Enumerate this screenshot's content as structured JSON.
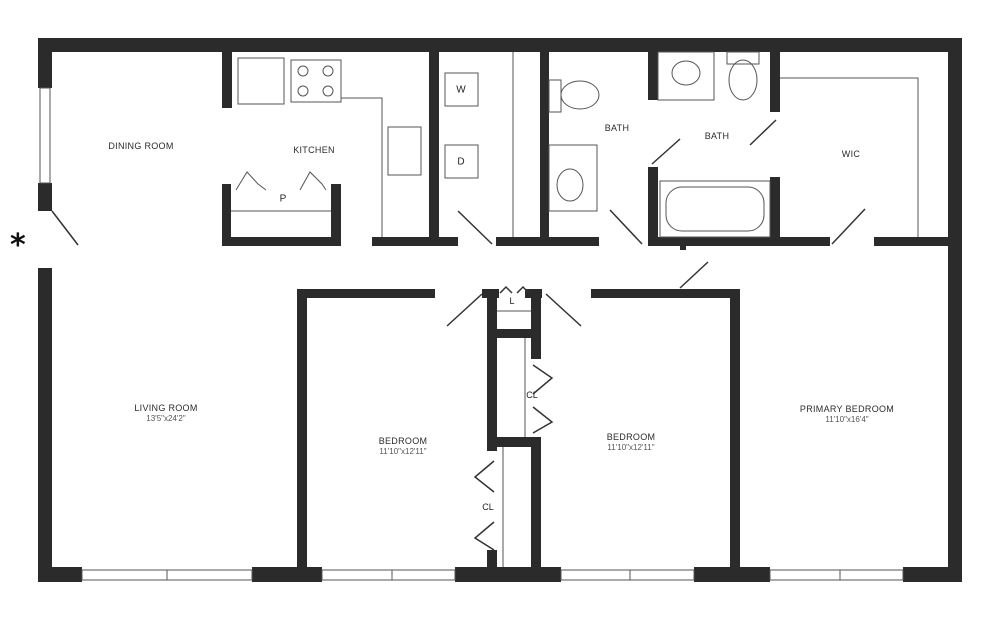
{
  "entry_marker": "*",
  "rooms": {
    "dining_room": {
      "name": "DINING ROOM"
    },
    "kitchen": {
      "name": "KITCHEN"
    },
    "bath_1": {
      "name": "BATH"
    },
    "bath_2": {
      "name": "BATH"
    },
    "wic": {
      "name": "WIC"
    },
    "living_room": {
      "name": "LIVING ROOM",
      "dimensions": "13'5\"x24'2\""
    },
    "bedroom_1": {
      "name": "BEDROOM",
      "dimensions": "11'10\"x12'11\""
    },
    "bedroom_2": {
      "name": "BEDROOM",
      "dimensions": "11'10\"x12'11\""
    },
    "primary_bedroom": {
      "name": "PRIMARY BEDROOM",
      "dimensions": "11'10\"x16'4\""
    }
  },
  "fixtures": {
    "pantry": "P",
    "washer": "W",
    "dryer": "D",
    "linen": "L",
    "closet_1": "CL",
    "closet_2": "CL"
  }
}
